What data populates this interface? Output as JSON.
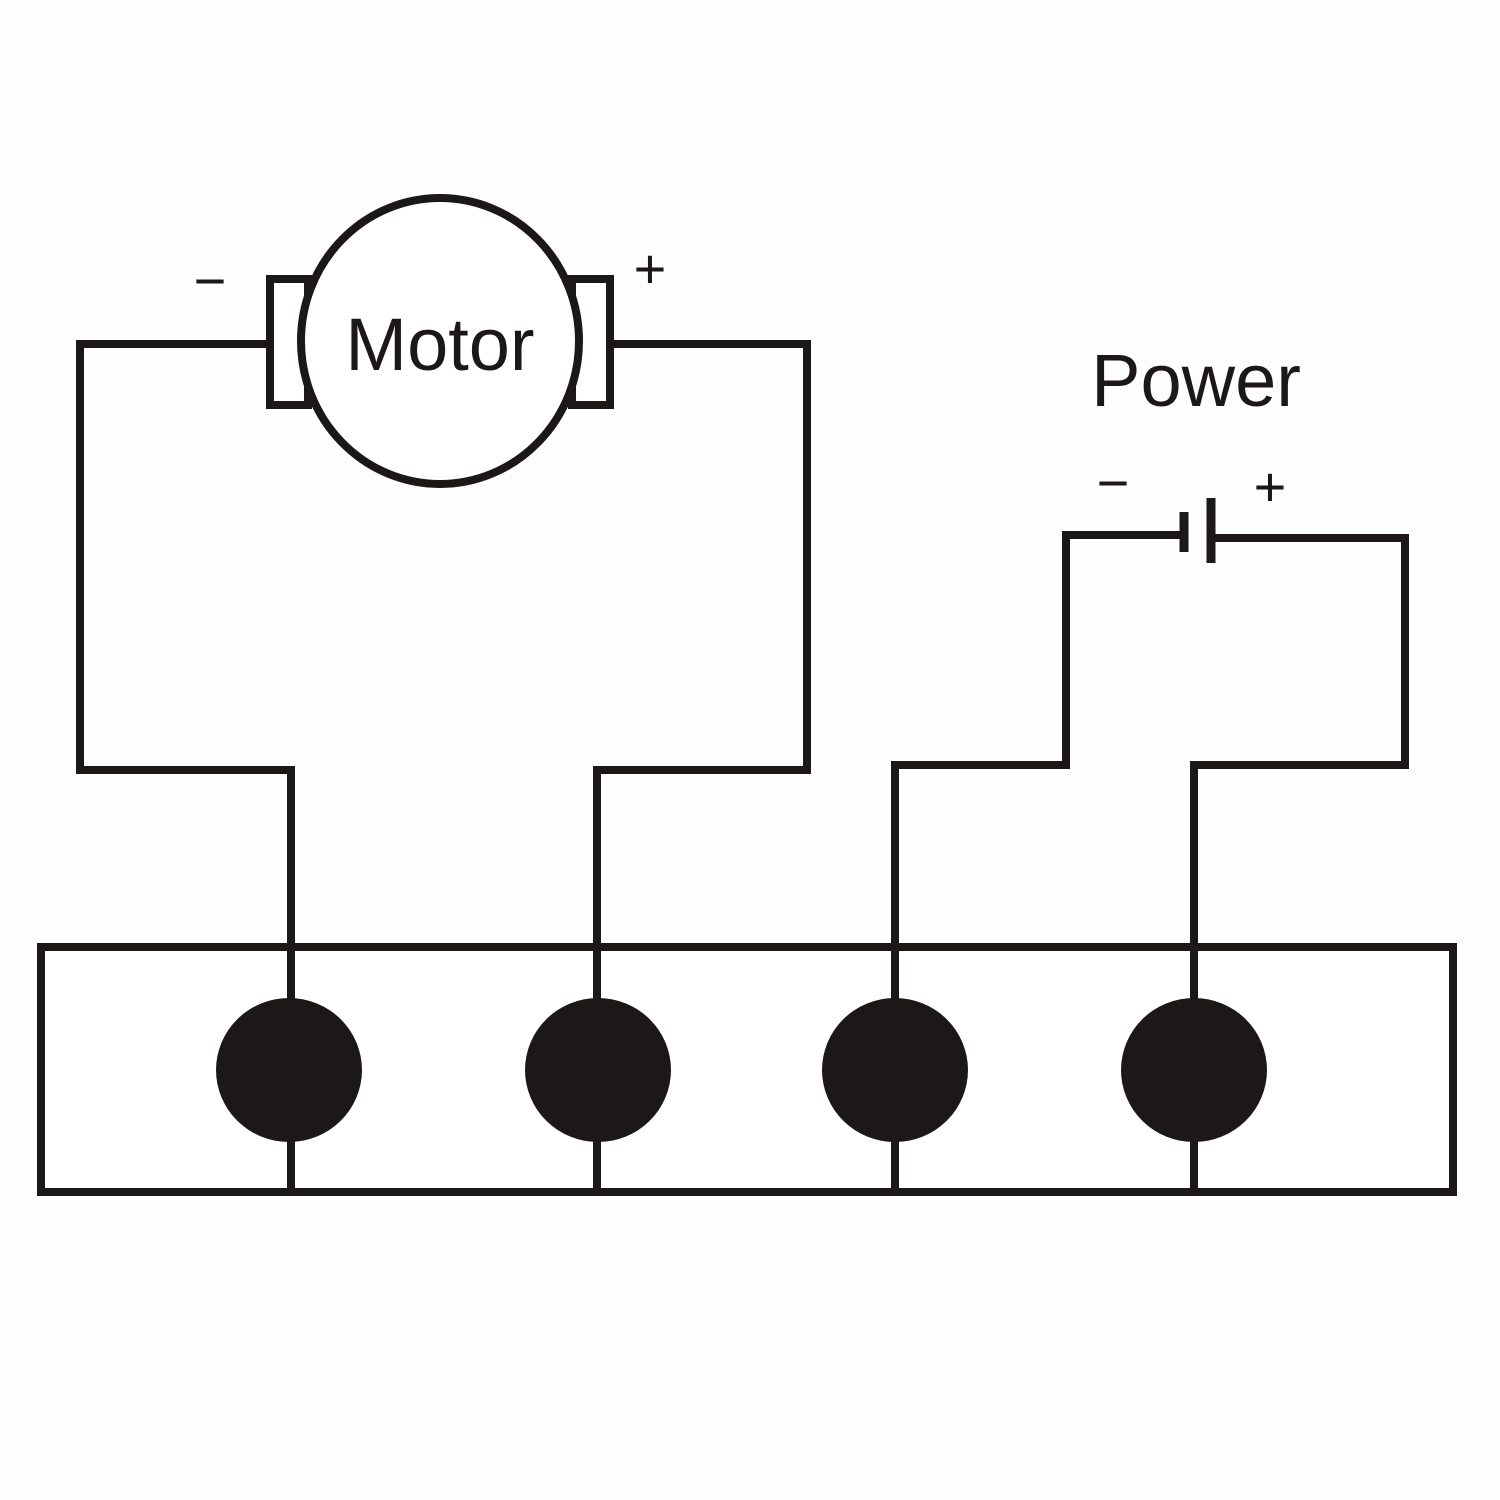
{
  "diagram": {
    "title": "DC motor wiring to 4-terminal block",
    "motor": {
      "label": "Motor",
      "negative_sign": "−",
      "positive_sign": "+"
    },
    "power": {
      "label": "Power",
      "negative_sign": "−",
      "positive_sign": "+"
    },
    "terminal_block": {
      "terminal_count": 4,
      "terminals": [
        {
          "id": 1,
          "connects_to": "motor-negative"
        },
        {
          "id": 2,
          "connects_to": "motor-positive"
        },
        {
          "id": 3,
          "connects_to": "power-negative"
        },
        {
          "id": 4,
          "connects_to": "power-positive"
        }
      ]
    },
    "colors": {
      "line": "#1c1818",
      "background": "#fdfdfd"
    }
  }
}
